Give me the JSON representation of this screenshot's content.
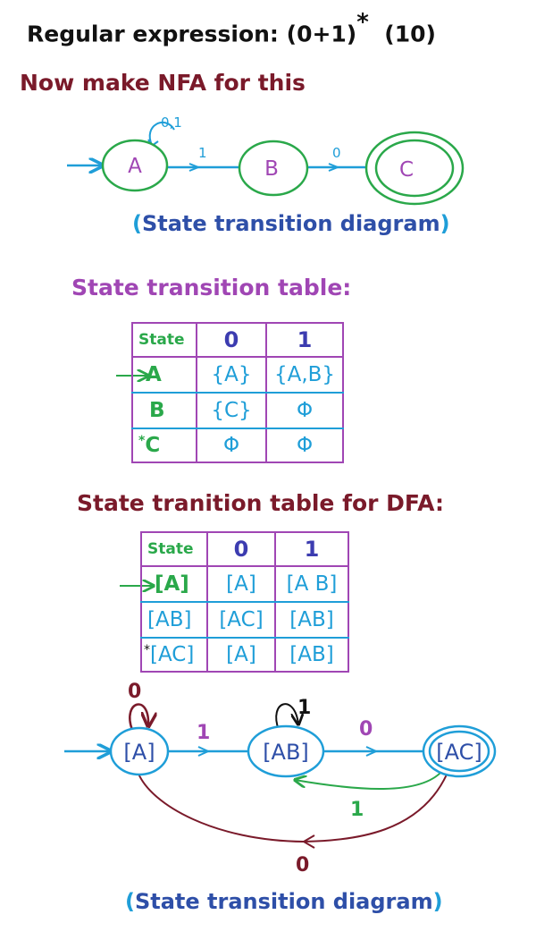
{
  "title": {
    "text": "Regular expression: (0+1)",
    "star": "*",
    "suffix": "(10)"
  },
  "nfa": {
    "heading": "Now make NFA for this",
    "states": [
      "A",
      "B",
      "C"
    ],
    "self_loop_label": "0,1",
    "edge_ab_label": "1",
    "edge_bc_label": "0",
    "caption_open": "(",
    "caption_text": "State transition diagram",
    "caption_close": ")"
  },
  "nfa_table": {
    "heading": "State transition table:",
    "headers": [
      "State",
      "0",
      "1"
    ],
    "rows": [
      [
        "A",
        "{A}",
        "{A,B}"
      ],
      [
        "B",
        "{C}",
        "Φ"
      ],
      [
        "C",
        "Φ",
        "Φ"
      ]
    ],
    "final_marker": "*"
  },
  "dfa_table": {
    "heading": "State tranition table for DFA:",
    "headers": [
      "State",
      "0",
      "1"
    ],
    "rows": [
      [
        "[A]",
        "[A]",
        "[A B]"
      ],
      [
        "[AB]",
        "[AC]",
        "[AB]"
      ],
      [
        "[AC]",
        "[A]",
        "[AB]"
      ]
    ],
    "final_marker": "*"
  },
  "dfa": {
    "states": [
      "[A]",
      "[AB]",
      "[AC]"
    ],
    "loop_a_label": "0",
    "loop_ab_label": "1",
    "edge_a_ab_label": "1",
    "edge_ab_ac_label": "0",
    "edge_ac_ab_label": "1",
    "edge_ac_a_label": "0",
    "caption_open": "(",
    "caption_text": "State transition diagram",
    "caption_close": ")"
  },
  "colors": {
    "blue": "#1f9ed8",
    "green": "#2aa84a",
    "purple": "#a046b4",
    "maroon": "#7a1a2a",
    "navy": "#2e4fa8"
  }
}
